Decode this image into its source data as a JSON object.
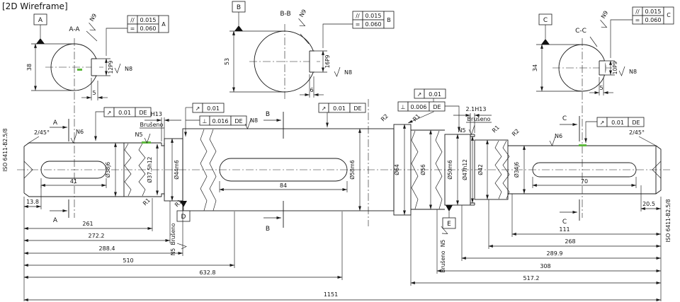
{
  "window": {
    "title": "[2D Wireframe]"
  },
  "sections": {
    "a": {
      "title": "A-A",
      "flag": "A",
      "diameter": "38",
      "keyway_width": "12P9",
      "keyway_depth": "5",
      "roughness_side": "N9",
      "roughness_face": "N8",
      "fcf": {
        "r1_sym": "//",
        "r1_val": "0.015",
        "r2_sym": "=",
        "r2_val": "0.060",
        "datum": "A"
      }
    },
    "b": {
      "title": "B-B",
      "flag": "B",
      "diameter": "53",
      "keyway_width": "16P9",
      "keyway_depth": "6",
      "roughness_side": "N9",
      "roughness_face": "N8",
      "fcf": {
        "r1_sym": "//",
        "r1_val": "0.015",
        "r2_sym": "=",
        "r2_val": "0.060",
        "datum": "B"
      }
    },
    "c": {
      "title": "C-C",
      "flag": "C",
      "diameter": "34",
      "keyway_width": "10P9",
      "keyway_depth": "5",
      "roughness_side": "N9",
      "roughness_face": "N8",
      "fcf": {
        "r1_sym": "//",
        "r1_val": "0.015",
        "r2_sym": "=",
        "r2_val": "0.060",
        "datum": "C"
      }
    }
  },
  "shaft": {
    "center_drill_left": "ISO 6411-B2.5/8",
    "center_drill_right": "ISO 6411-B2.5/8",
    "chamfer_left": "2/45°",
    "chamfer_right": "2/45°",
    "dia_end_left": "Ø38j6",
    "dia_groove_left": "Ø37.5h12",
    "dia_seat_left": "Ø44m6",
    "dia_mid": "Ø58m6",
    "dia_shoulder": "Ø64",
    "dia_relief": "Ø56",
    "dia_seat_right": "Ø50m6",
    "dia_groove_right": "Ø47h12",
    "dia_step_right": "Ø42",
    "dia_end_right": "Ø34j6",
    "groove_left_width": "1.8H13",
    "groove_right_width": "2.1H13",
    "keyway_left_length": "41",
    "keyway_mid_length": "84",
    "keyway_right_length": "70",
    "ground_label": "Brušeno",
    "roughness": {
      "left_end": "N6",
      "mid": "N8",
      "right_end": "N6",
      "groove": "N5"
    },
    "radii": {
      "r1": "R1",
      "r2": "R2"
    }
  },
  "fcf": {
    "left_runout": {
      "sym": "↗",
      "val": "0.01",
      "datum": "DE"
    },
    "seat44_runout": {
      "sym": "↗",
      "val": "0.01"
    },
    "seat44_perp": {
      "sym": "⊥",
      "val": "0.016",
      "datum": "DE"
    },
    "mid_runout": {
      "sym": "↗",
      "val": "0.01",
      "datum": "DE"
    },
    "shoulder_runout": {
      "sym": "↗",
      "val": "0.01"
    },
    "seat50_perp": {
      "sym": "⊥",
      "val": "0.006",
      "datum": "DE"
    },
    "right_runout": {
      "sym": "↗",
      "val": "0.01",
      "datum": "DE"
    }
  },
  "datums": {
    "d": "D",
    "e": "E"
  },
  "cuts": {
    "a": "A",
    "b": "B",
    "c": "C"
  },
  "dims": {
    "left_chain": [
      "13.8",
      "261",
      "272.2",
      "288.4",
      "510",
      "632.8",
      "1151"
    ],
    "right_chain": [
      "20.5",
      "111",
      "268",
      "289.9",
      "308",
      "517.2"
    ]
  }
}
